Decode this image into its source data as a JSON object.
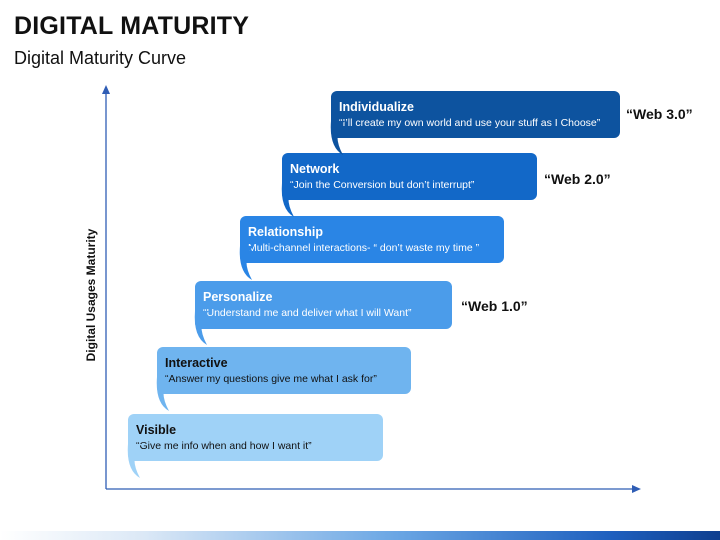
{
  "slide": {
    "title": "DIGITAL MATURITY",
    "subtitle": "Digital Maturity Curve",
    "y_axis_label": "Digital Usages Maturity"
  },
  "steps": [
    {
      "title": "Visible",
      "quote": "“Give me info when and how I want it”",
      "color": "#9fd2f7",
      "text_color": "#111111"
    },
    {
      "title": "Interactive",
      "quote": "“Answer my questions give me what I ask for”",
      "color": "#6fb4ef",
      "text_color": "#111111"
    },
    {
      "title": "Personalize",
      "quote": "“Understand me and deliver what I will Want”",
      "color": "#4b9cea",
      "text_color": "#ffffff"
    },
    {
      "title": "Relationship",
      "quote": "Multi-channel interactions- “ don’t waste my time ”",
      "color": "#2a85e5",
      "text_color": "#ffffff"
    },
    {
      "title": "Network",
      "quote": "“Join the Conversion but don’t interrupt”",
      "color": "#1268c8",
      "text_color": "#ffffff"
    },
    {
      "title": "Individualize",
      "quote": "“I’ll create my own world and use your stuff as I Choose”",
      "color": "#0d539f",
      "text_color": "#ffffff"
    }
  ],
  "web_labels": [
    {
      "text": "“Web 1.0”",
      "step": "Personalize"
    },
    {
      "text": "“Web 2.0”",
      "step": "Network"
    },
    {
      "text": "“Web 3.0”",
      "step": "Individualize"
    }
  ],
  "colors": {
    "axis": "#2f5db5",
    "text_dark": "#111111"
  }
}
